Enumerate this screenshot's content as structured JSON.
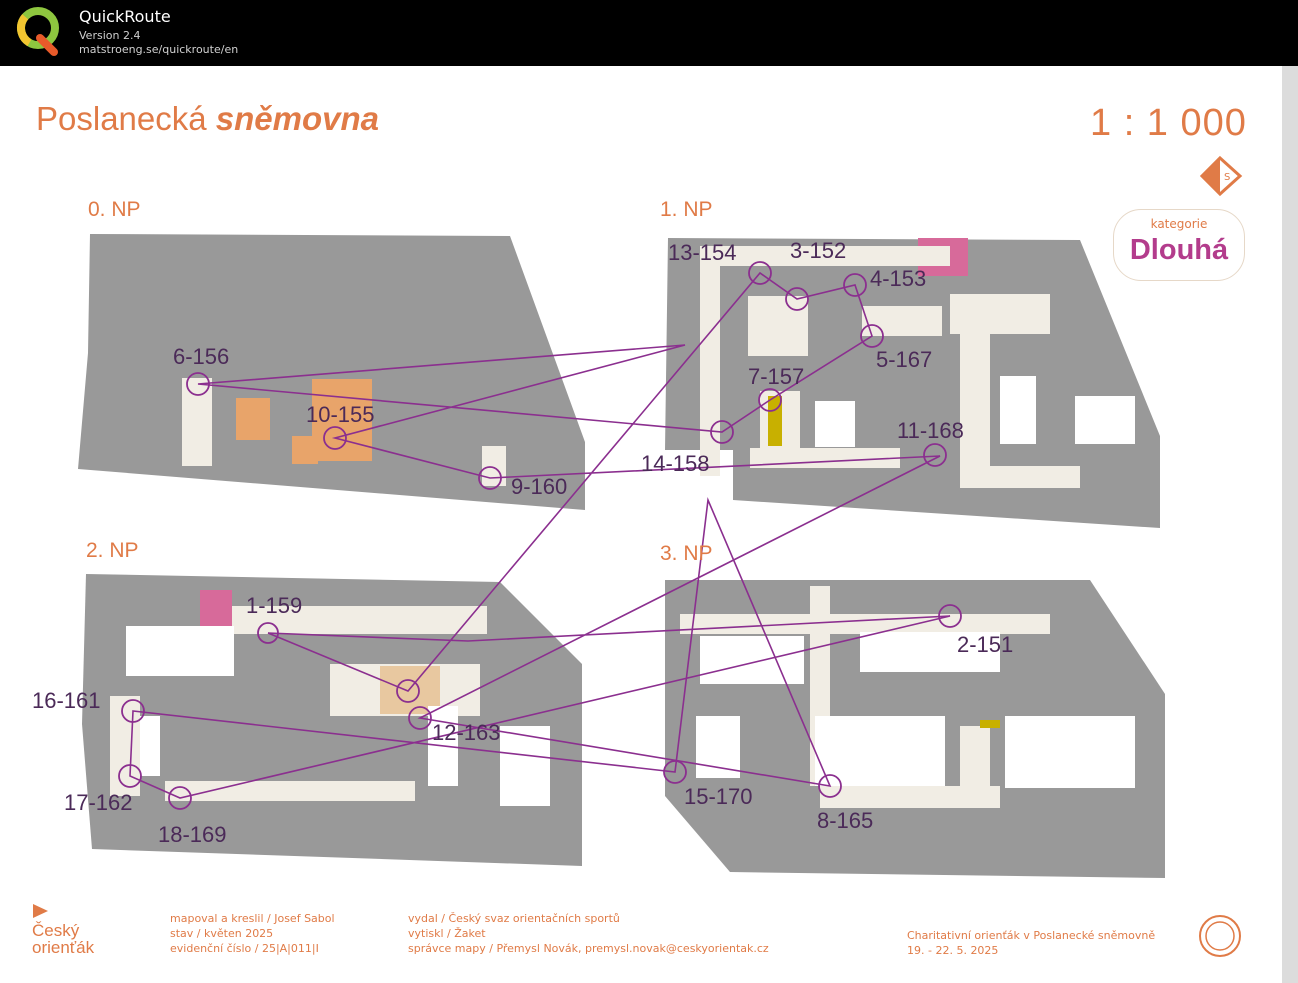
{
  "app": {
    "name": "QuickRoute",
    "version": "Version 2.4",
    "url": "matstroeng.se/quickroute/en"
  },
  "map": {
    "title_regular": "Poslanecká",
    "title_italic": "sněmovna",
    "scale": "1 : 1 000",
    "north_arrow_label": "S",
    "category_label": "kategorie",
    "category_value": "Dlouhá",
    "floors": [
      "0. NP",
      "1. NP",
      "2. NP",
      "3. NP"
    ],
    "controls": [
      "6-156",
      "10-155",
      "9-160",
      "13-154",
      "3-152",
      "4-153",
      "5-167",
      "7-157",
      "14-158",
      "11-168",
      "1-159",
      "16-161",
      "12-163",
      "17-162",
      "18-169",
      "2-151",
      "15-170",
      "8-165"
    ],
    "footer": {
      "brand_line1": "Český",
      "brand_line2": "orienťák",
      "credits1": "mapoval a kreslil / Josef Sabol",
      "credits2": "stav / květen 2025",
      "credits3": "evidenční číslo / 25|A|011|I",
      "credits4": "vydal / Český svaz orientačních sportů",
      "credits5": "vytiskl / Žaket",
      "credits6": "správce mapy / Přemysl Novák, premysl.novak@ceskyorientak.cz",
      "event1": "Charitativní orienťák v Poslanecké sněmovně",
      "event2": "19. - 22. 5. 2025"
    },
    "colors": {
      "route": "#8b2f8f",
      "orange": "#e07b47",
      "building": "#9a9a9a",
      "corridor": "#f1ede4",
      "category": "#b33c8c"
    }
  }
}
